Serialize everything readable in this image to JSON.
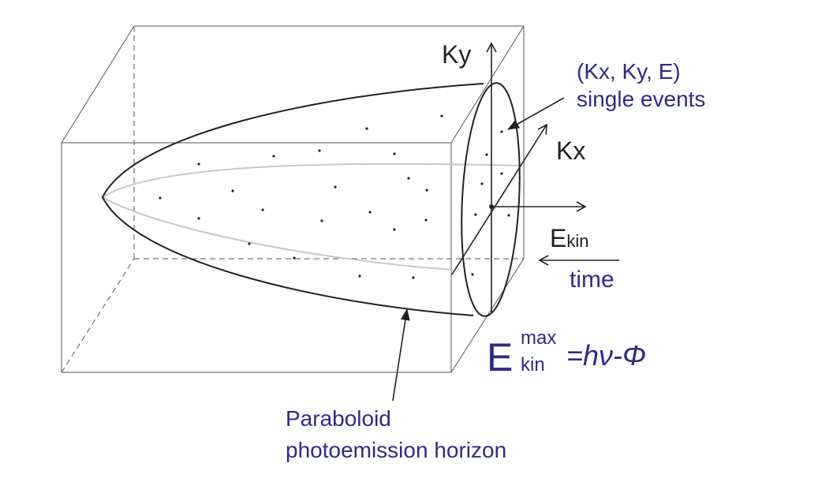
{
  "labels": {
    "ky": "Ky",
    "kx": "Kx",
    "ekin_E": "E",
    "ekin_sub": "kin",
    "time": "time",
    "events_line1": "(Kx, Ky, E)",
    "events_line2": "single events",
    "formula_E": "E",
    "formula_sup": "max",
    "formula_sub": "kin",
    "formula_rhs": "=hν-Φ",
    "paraboloid_line1": "Paraboloid",
    "paraboloid_line2": "photoemission horizon"
  },
  "colors": {
    "label_blue": "#2e2a8c",
    "line": "#222222",
    "box": "#555555",
    "gray_curve": "#c8c8c8"
  }
}
